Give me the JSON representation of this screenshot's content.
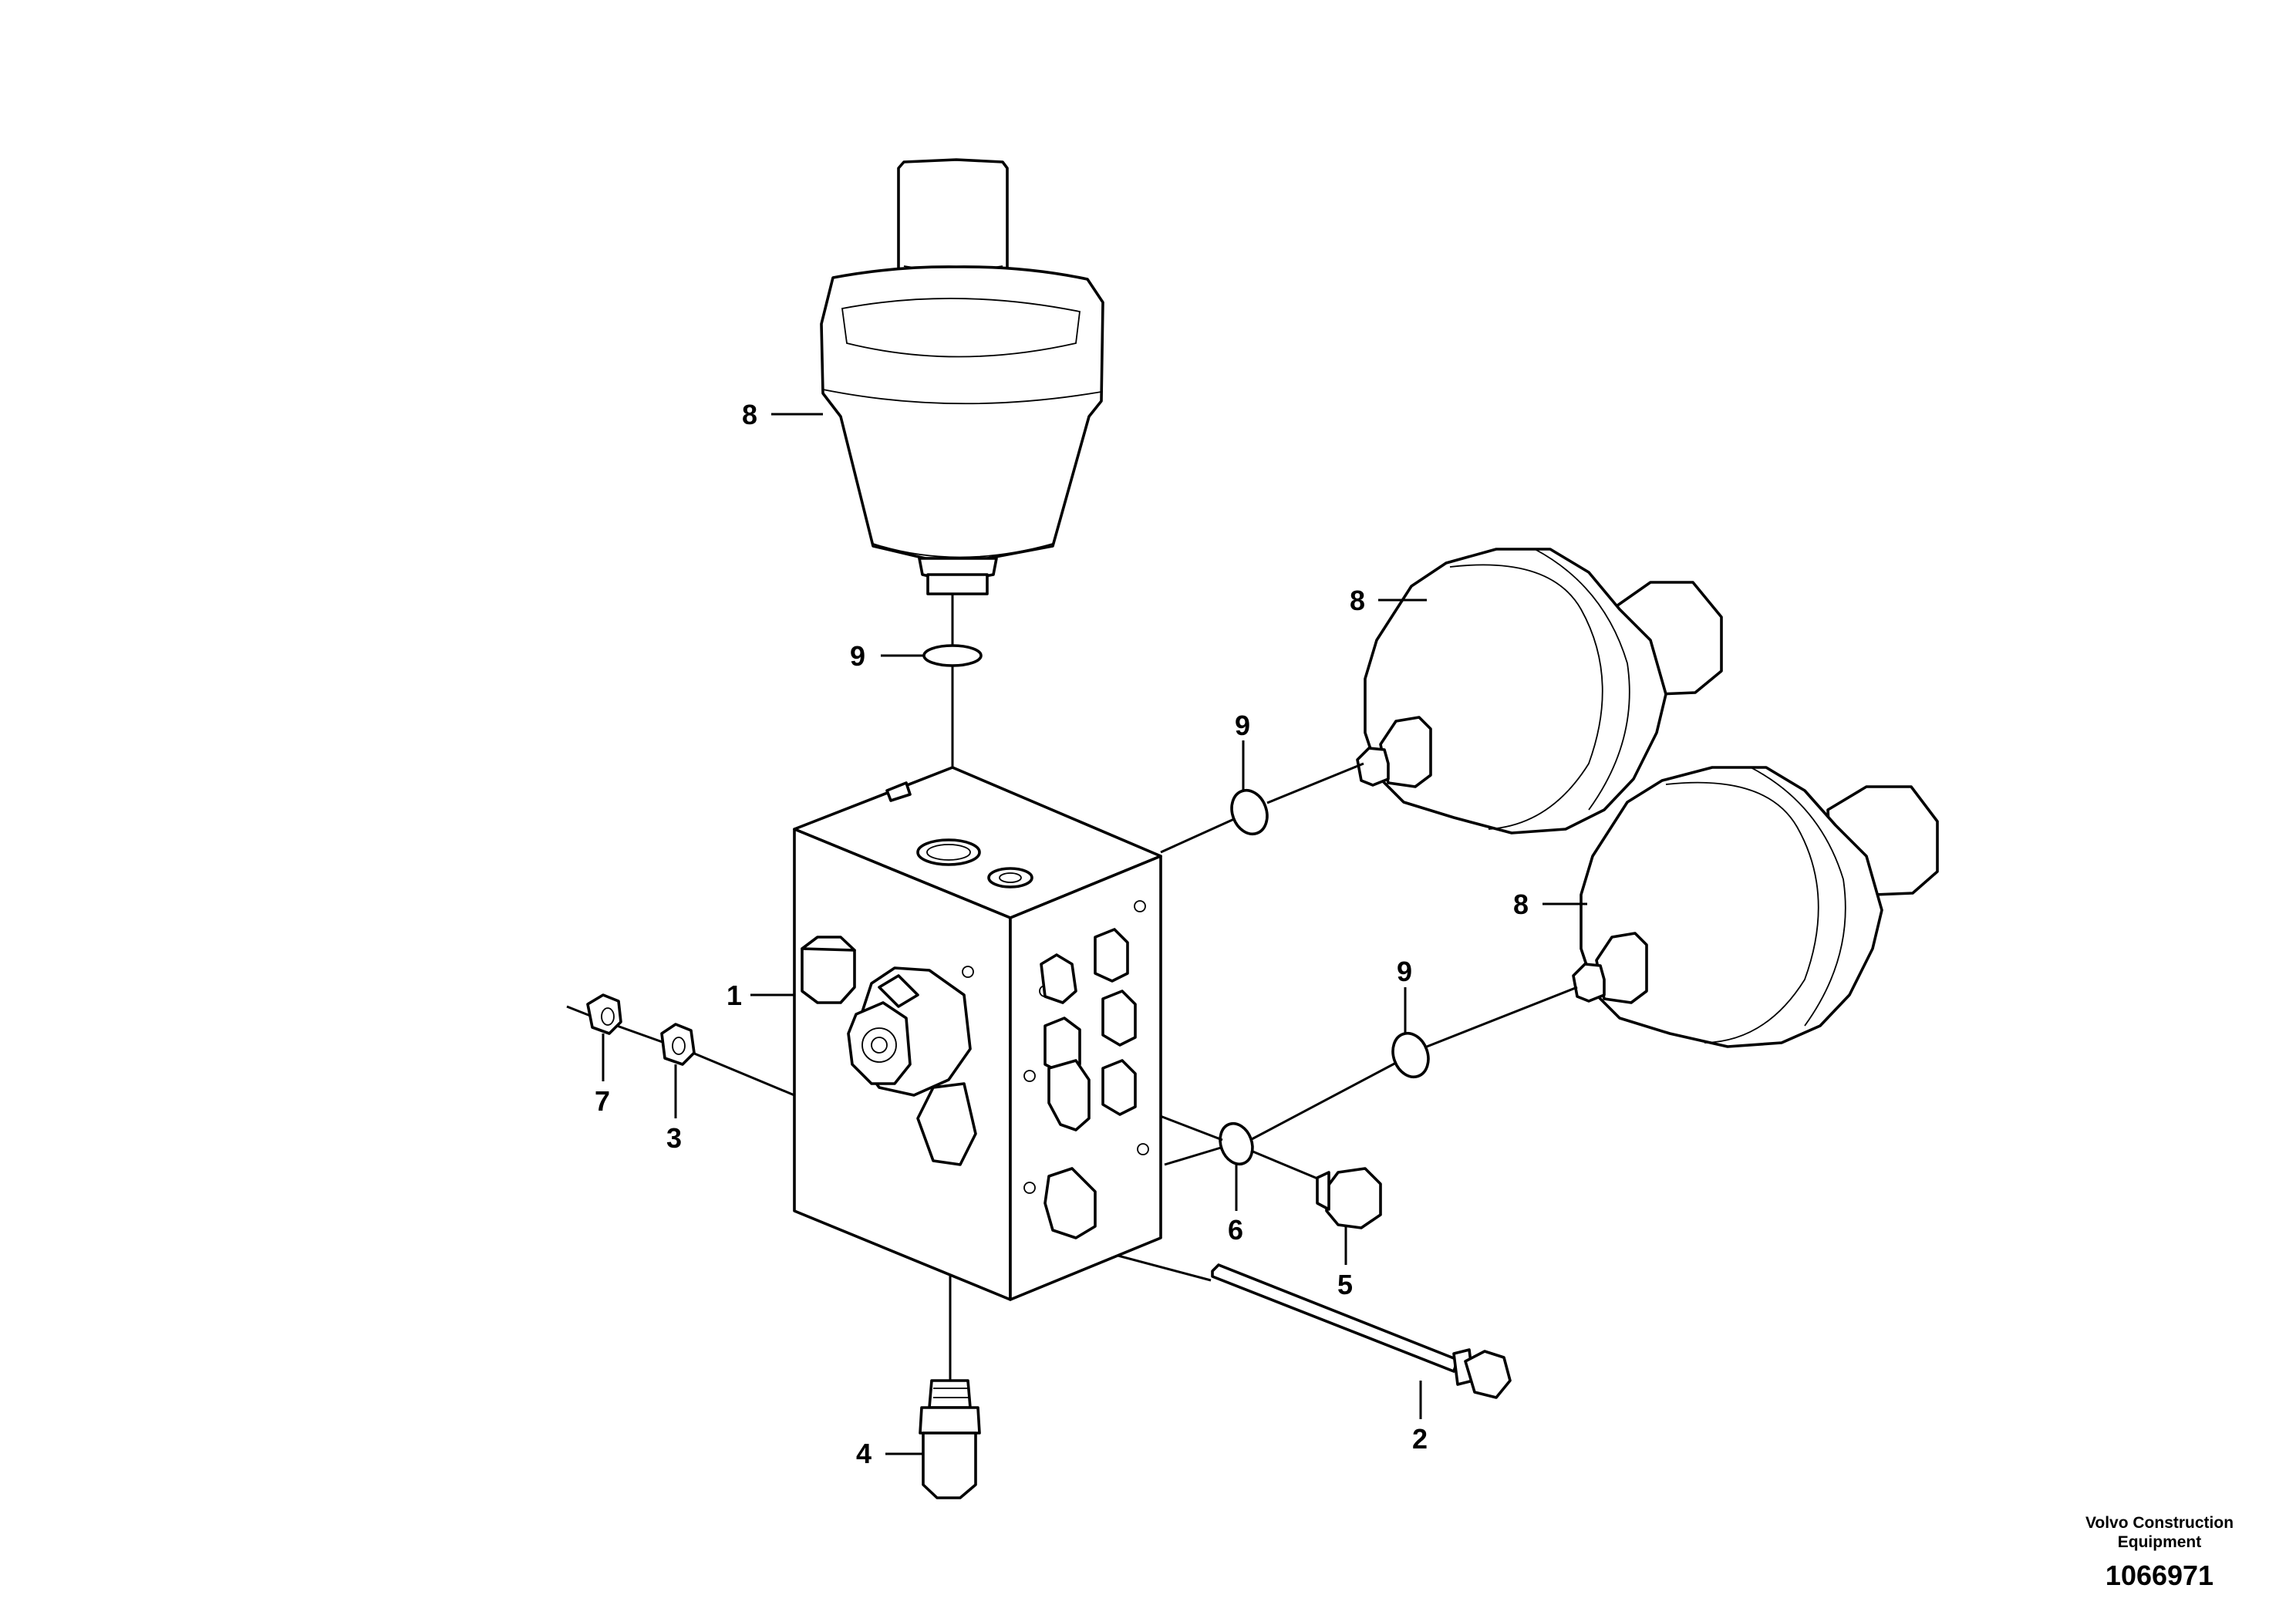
{
  "callouts": {
    "valve_block": "1",
    "long_bolt": "2",
    "washer": "3",
    "pressure_sensor": "4",
    "plug": "5",
    "o_ring_plug": "6",
    "nut": "7",
    "accumulator_top": "8",
    "accumulator_mid": "8",
    "accumulator_low": "8",
    "o_ring_top": "9",
    "o_ring_mid": "9",
    "o_ring_low": "9"
  },
  "footer": {
    "company": "Volvo Construction Equipment",
    "doc_number": "1066971"
  }
}
